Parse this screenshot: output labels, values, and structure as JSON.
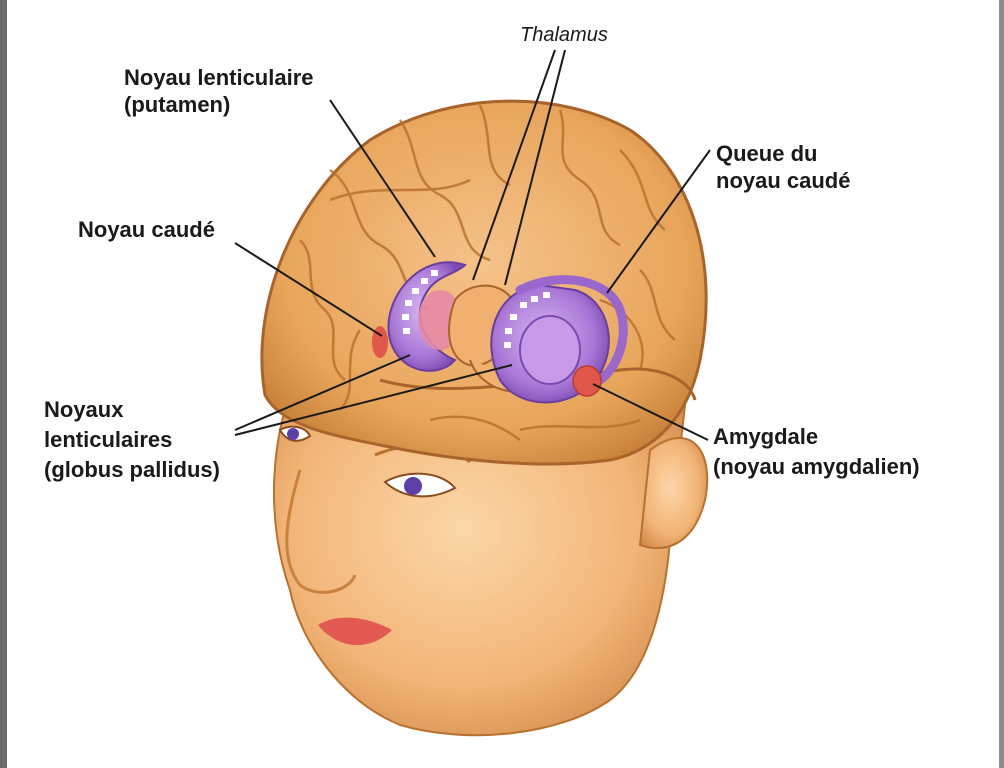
{
  "labels": {
    "thalamus": "Thalamus",
    "putamen": {
      "line1": "Noyau lenticulaire",
      "line2": "(putamen)"
    },
    "caudate": "Noyau caudé",
    "caudate_tail": {
      "line1": "Queue du",
      "line2": "noyau caudé"
    },
    "globus_pallidus": {
      "line1": "Noyaux",
      "line2": "lenticulaires",
      "line3": "(globus pallidus)"
    },
    "amygdala": {
      "line1": "Amygdale",
      "line2": "(noyau amygdalien)"
    }
  },
  "colors": {
    "skin": "#f2b477",
    "brain": "#e8a55a",
    "nuclei_purple": "#a877d6",
    "amygdala_red": "#e0584a"
  }
}
